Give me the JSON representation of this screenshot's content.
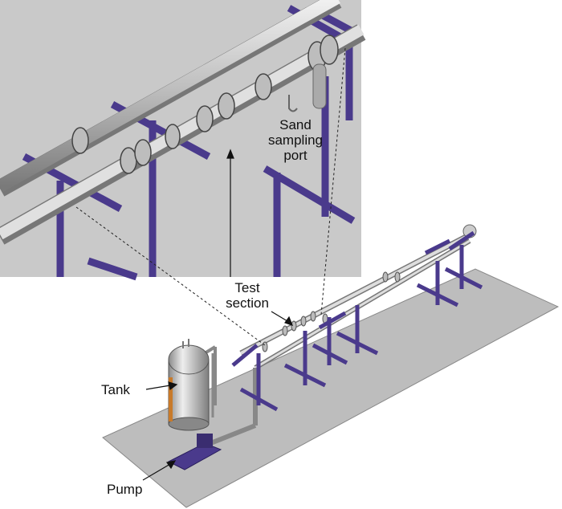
{
  "labels": {
    "sand_sampling_port": [
      "Sand",
      "sampling",
      "port"
    ],
    "test_section": [
      "Test",
      "section"
    ],
    "tank": "Tank",
    "pump": "Pump"
  },
  "colors": {
    "inset_bg": "#c9c9c9",
    "platform": "#bdbdbd",
    "support": "#4a3a8c",
    "pipe": "#d9d9d9",
    "tank_stripe": "#c87a2a"
  }
}
